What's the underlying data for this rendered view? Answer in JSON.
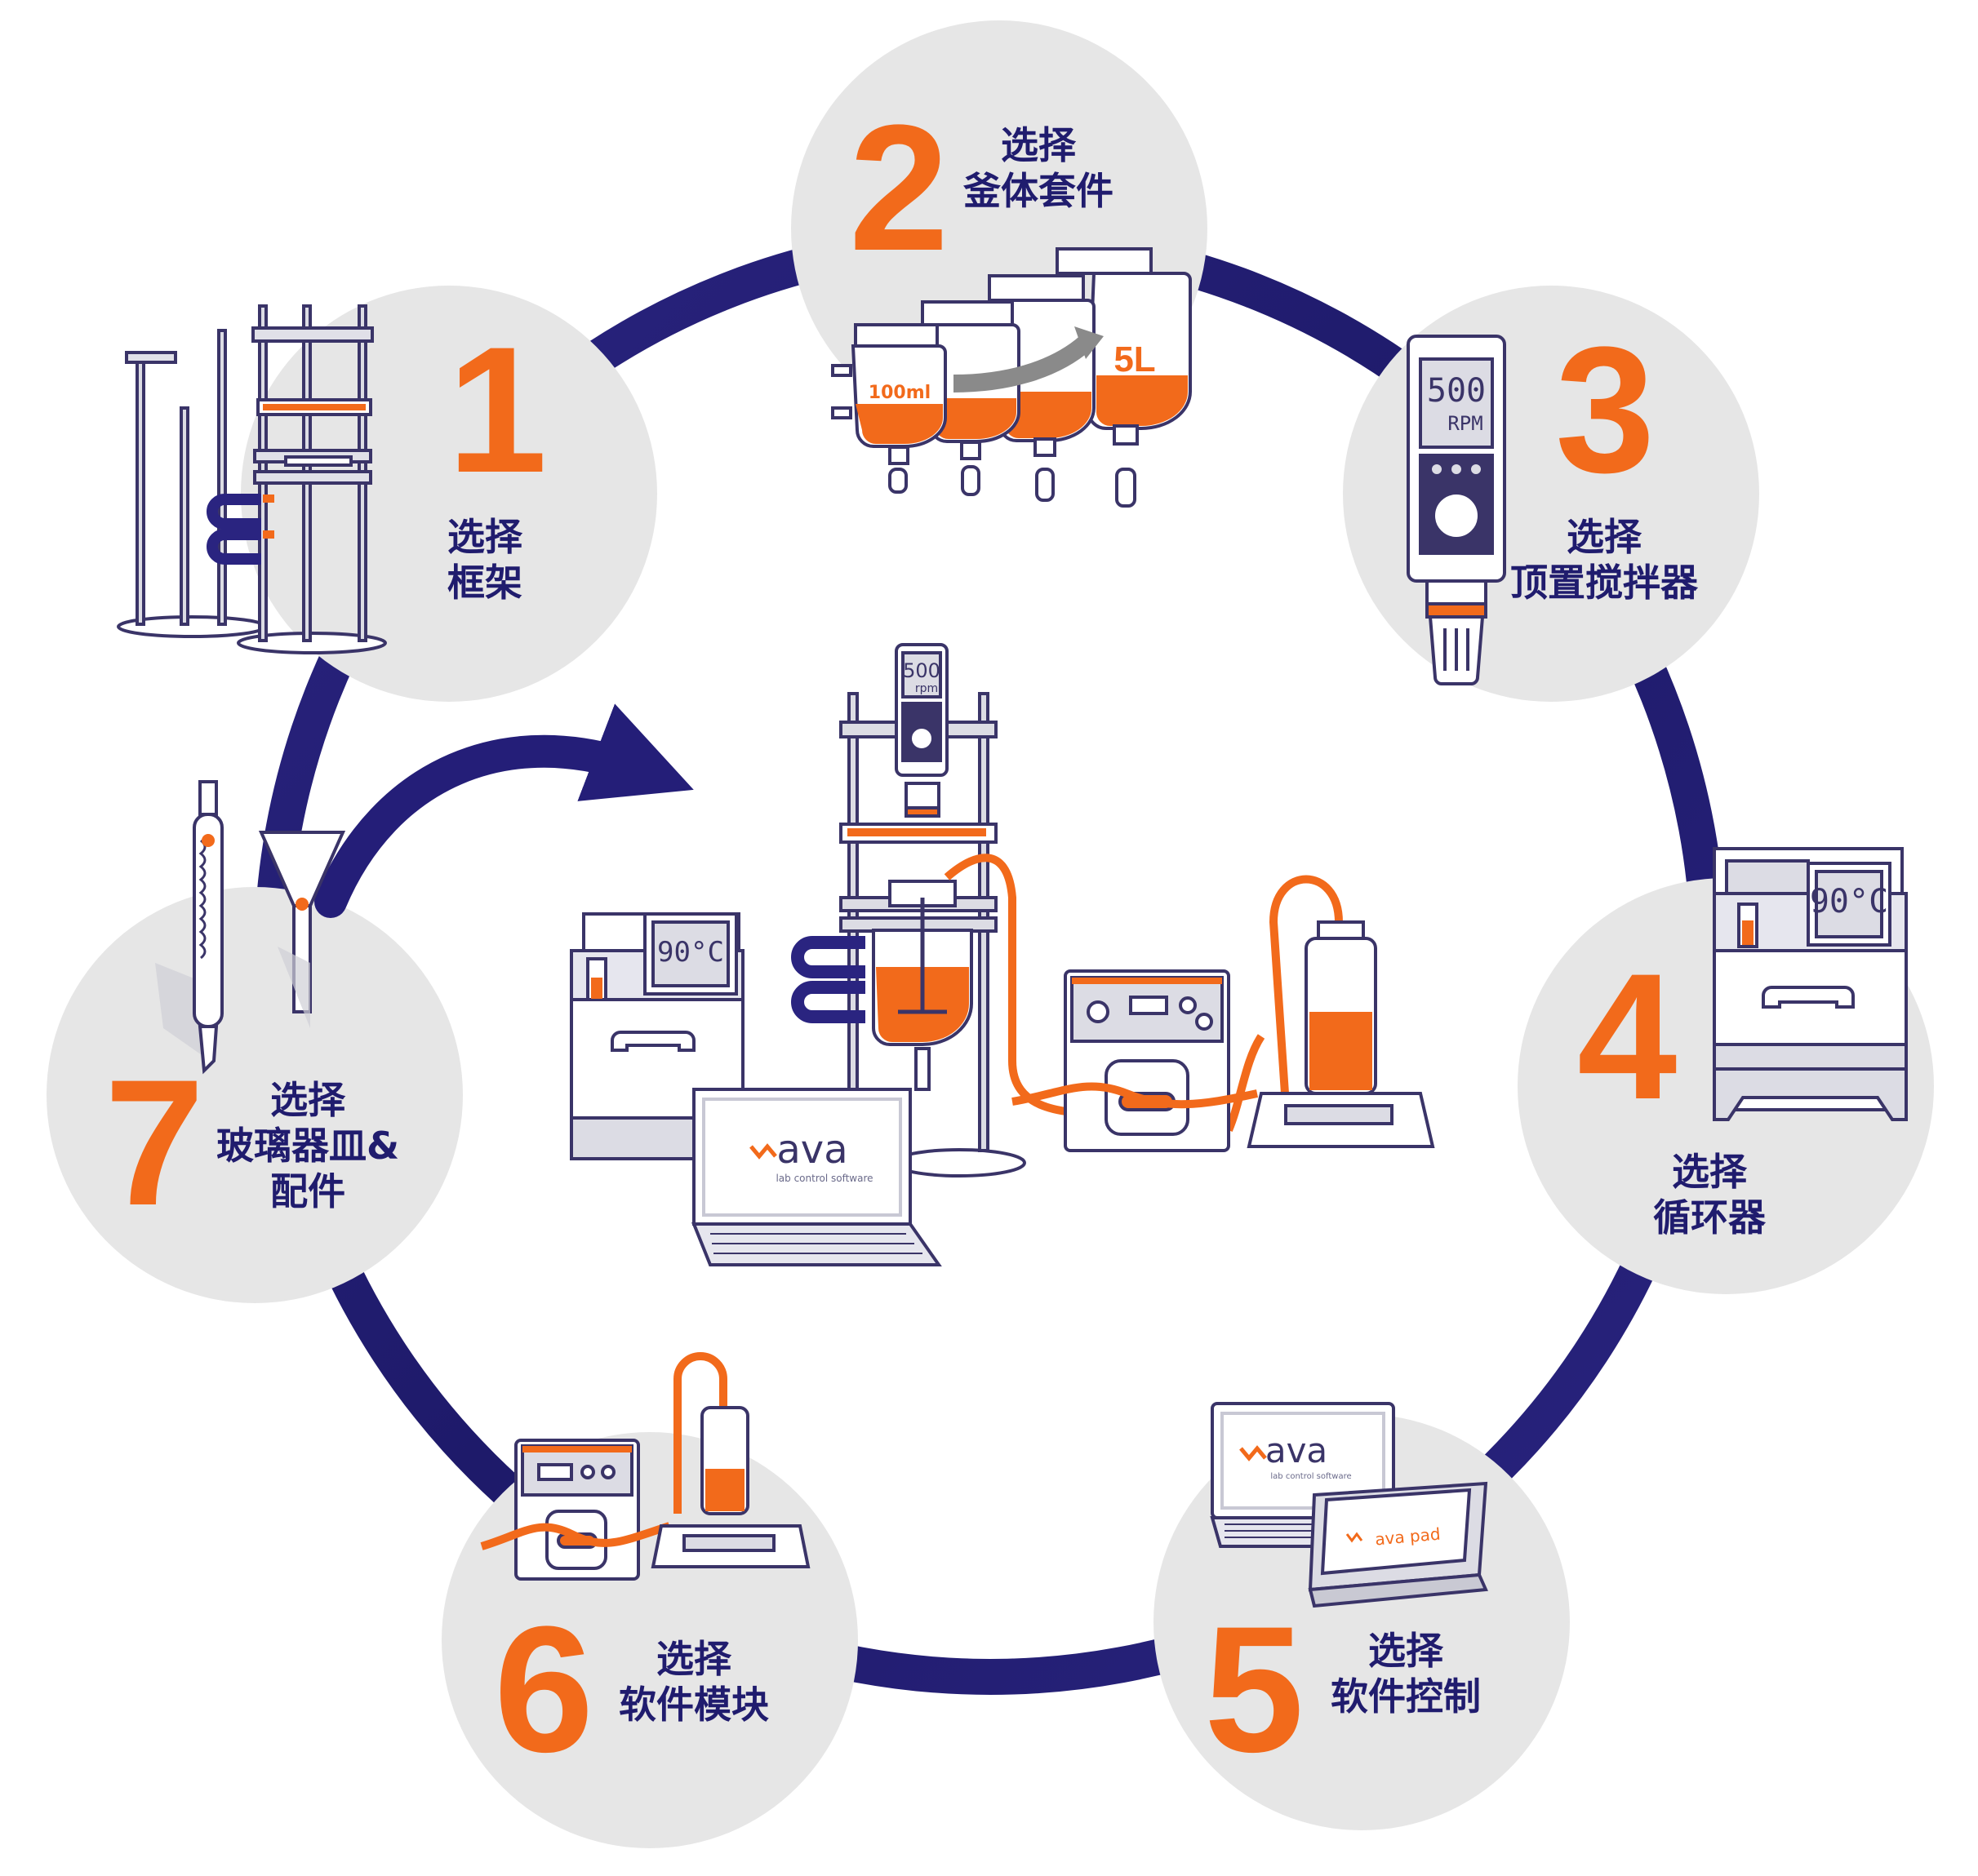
{
  "colors": {
    "accent": "#f26a1b",
    "navy": "#241e78",
    "circle_fill": "#e6e6e6",
    "outline": "#3a3468",
    "steel": "#c9c9d3"
  },
  "steps": [
    {
      "number": "1",
      "line1": "选择",
      "line2": "框架",
      "line3": ""
    },
    {
      "number": "2",
      "line1": "选择",
      "line2": "釜体套件",
      "line3": "",
      "sizes": {
        "small": "100ml",
        "large": "5L"
      }
    },
    {
      "number": "3",
      "line1": "选择",
      "line2": "顶置搅拌器",
      "line3": "",
      "display": {
        "value": "500",
        "unit": "RPM"
      }
    },
    {
      "number": "4",
      "line1": "选择",
      "line2": "循环器",
      "line3": "",
      "display": "90°C"
    },
    {
      "number": "5",
      "line1": "选择",
      "line2": "软件控制",
      "line3": "",
      "logos": {
        "laptop": "ava",
        "tagline": "lab control software",
        "tablet": "ava pad"
      }
    },
    {
      "number": "6",
      "line1": "选择",
      "line2": "软件模块",
      "line3": ""
    },
    {
      "number": "7",
      "line1": "选择",
      "line2": "玻璃器皿&",
      "line3": "配件"
    }
  ],
  "center": {
    "stirrer_value": "500",
    "stirrer_unit": "rpm",
    "circulator_display": "90°C",
    "software_logo": "ava",
    "software_tagline": "lab control software"
  }
}
